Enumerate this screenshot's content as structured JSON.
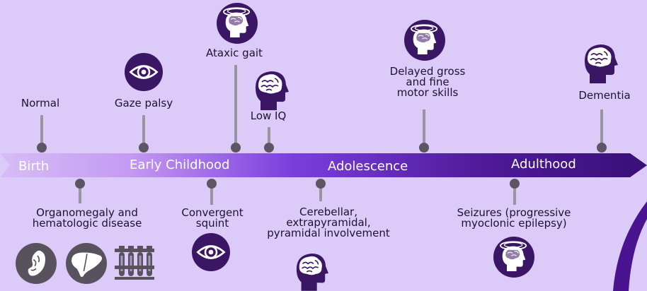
{
  "colors": {
    "background": "#dccaf8",
    "arrow_start": "#d7bdf7",
    "arrow_mid": "#7b3fdd",
    "arrow_end": "#3a0f78",
    "stem": "#9a93a2",
    "dot": "#5c5664",
    "icon_fill": "#3b1665",
    "text": "#1b1330"
  },
  "phases": {
    "birth": "Birth",
    "early_childhood": "Early Childhood",
    "adolescence": "Adolescence",
    "adulthood": "Adulthood"
  },
  "events_above": {
    "normal": "Normal",
    "gaze_palsy": "Gaze palsy",
    "ataxic_gait": "Ataxic gait",
    "low_iq": "Low IQ",
    "delayed_motor": "Delayed gross\nand fine\nmotor skills",
    "dementia": "Dementia"
  },
  "events_below": {
    "organomegaly": "Organomegaly and\nhematologic disease",
    "convergent_squint": "Convergent\nsquint",
    "cerebellar": "Cerebellar,\nextrapyramidal,\npyramidal involvement",
    "seizures": "Seizures (progressive\nmyoclonic epilepsy)"
  },
  "icons": {
    "gaze_palsy": "eye-icon",
    "ataxic_gait": "brain-dizzy-icon",
    "low_iq": "brain-head-icon",
    "delayed_motor": "brain-dizzy-icon",
    "dementia": "brain-head-icon",
    "organomegaly": [
      "spleen-icon",
      "liver-icon",
      "test-tubes-icon"
    ],
    "convergent_squint": "eye-icon",
    "cerebellar": "brain-head-icon",
    "seizures": "brain-dizzy-icon"
  }
}
